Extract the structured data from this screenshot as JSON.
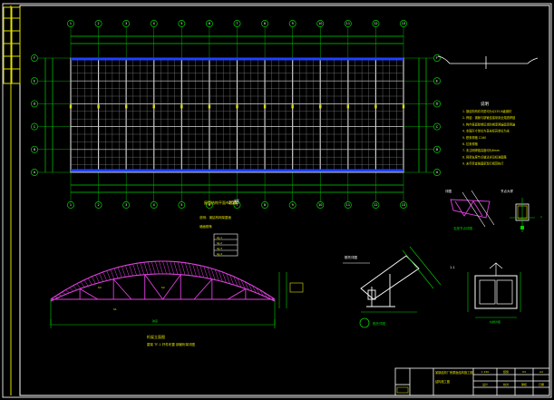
{
  "drawing": {
    "plan_title": "屋面结构平面布置图",
    "plan_scale": "1:150",
    "plan_note": "说明：钢结构网架屋面",
    "plan_note2": "墙面檩条",
    "plan_total_label": "总长",
    "grid_top_numbers": [
      "1",
      "2",
      "3",
      "4",
      "5",
      "6",
      "7",
      "8",
      "9",
      "10",
      "11",
      "12",
      "13"
    ],
    "grid_left_letters": [
      "F",
      "E",
      "D",
      "C",
      "B",
      "A"
    ],
    "truss_title": "桁架立面图",
    "truss_subtitle": "屋架 TF-1 杆件布置 钢管桁架详图",
    "truss_span_label": "跨度",
    "truss_legend": [
      "GJ-1",
      "GJ-2",
      "GJ-3",
      "GJ-4"
    ],
    "truss_member_labels": [
      "S1",
      "S2",
      "S3"
    ],
    "notes_title": "说明",
    "notes": [
      "1. 钢结构构件材质均为Q235-B级钢材",
      "2. 焊缝：钢管与钢管连接采用全熔透焊缝",
      "3. 构件表面除锈后涂防锈漆两遍面漆两遍",
      "4. 本图尺寸单位为毫米标高单位为米",
      "5. 檩条规格 C160",
      "6. 拉条规格",
      "7. 未注明焊缝高度均为6mm",
      "8. 网架支座节点做法详见标准图集",
      "9. 未尽事宜按国家现行规范执行"
    ],
    "detail1_title": "支座节点详图",
    "detail1_label": "详图",
    "detail2_title": "节点大样",
    "detail3_title": "檩托详图",
    "detail4_title": "柱脚详图",
    "detail4_label": "1-1",
    "titleblock": {
      "project": "某钢结构厂房屋面结构施工图",
      "drawing_name": "结构施工图",
      "cells": [
        "1:150",
        "结施",
        "03",
        "A2",
        "设计",
        "校对",
        "审核",
        "日期"
      ]
    }
  }
}
